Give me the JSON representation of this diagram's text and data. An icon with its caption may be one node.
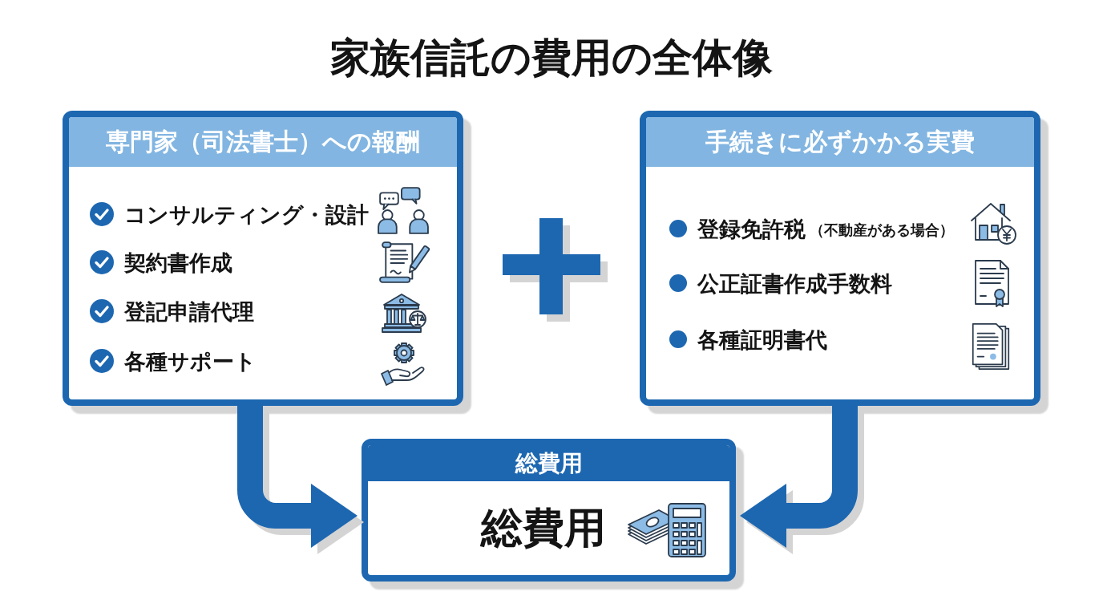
{
  "diagram": {
    "title": "家族信託の費用の全体像",
    "nodes": [
      {
        "text": [
          "専門家（司法書士）への報酬",
          "コンサルティング・設計",
          "契約書作成",
          "登記申請代理",
          "各種サポート"
        ]
      },
      {
        "text": [
          "手続きに必ずかかる実費",
          "登録免許税",
          "（不動産がある場合）",
          "公正証書作成手数料",
          "各種証明書代"
        ]
      },
      {
        "text": [
          "総費用",
          "総費用"
        ]
      }
    ],
    "edges": [
      {
        "from": 0,
        "to": 2,
        "arrow": "to"
      },
      {
        "from": 1,
        "to": 2,
        "arrow": "to"
      }
    ]
  }
}
